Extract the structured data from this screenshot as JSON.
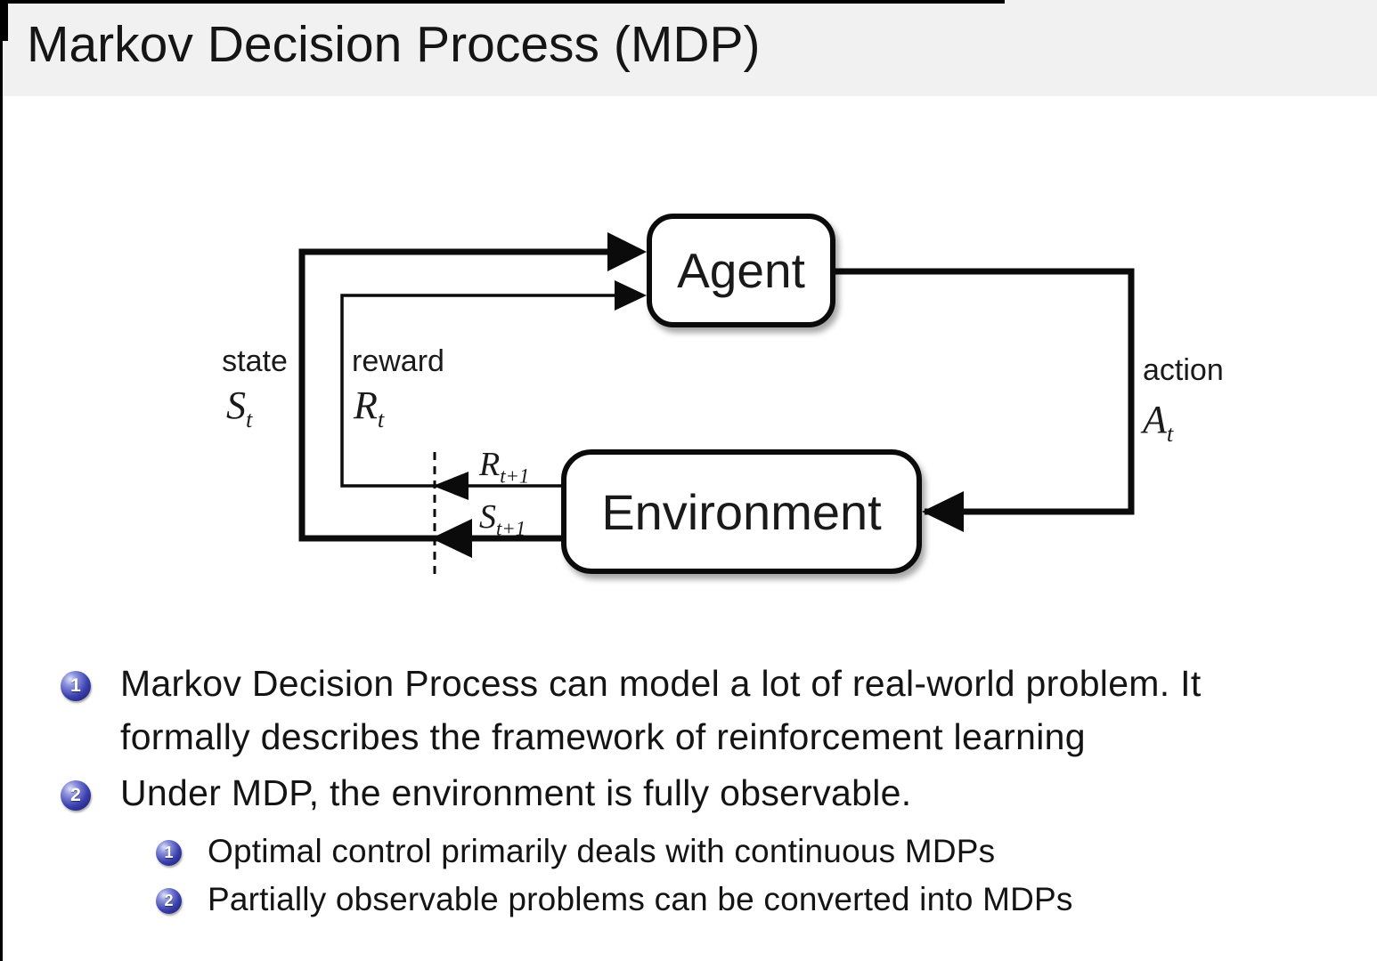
{
  "slide": {
    "title": "Markov Decision Process (MDP)"
  },
  "colors": {
    "header_bg": "#f1f1f1",
    "slide_bg": "#ffffff",
    "diagram_line": "#0b0b0b",
    "bullet_ball_blue": "#3a40ae",
    "text": "#141414"
  },
  "diagram": {
    "agent_label": "Agent",
    "environment_label": "Environment",
    "state_label": "state",
    "reward_label": "reward",
    "action_label": "action",
    "state_symbol": {
      "base": "S",
      "sub": "t"
    },
    "reward_symbol": {
      "base": "R",
      "sub": "t"
    },
    "action_symbol": {
      "base": "A",
      "sub": "t"
    },
    "next_reward_symbol": {
      "base": "R",
      "sub": "t+1"
    },
    "next_state_symbol": {
      "base": "S",
      "sub": "t+1"
    }
  },
  "bullets": [
    {
      "number": "1",
      "lines": [
        "Markov Decision Process can model a lot of real-world problem. It",
        "formally describes the framework of reinforcement learning"
      ]
    },
    {
      "number": "2",
      "lines": [
        "Under MDP, the environment is fully observable."
      ],
      "sub": [
        {
          "number": "1",
          "text": "Optimal control primarily deals with continuous MDPs"
        },
        {
          "number": "2",
          "text": "Partially observable problems can be converted into MDPs"
        }
      ]
    }
  ]
}
